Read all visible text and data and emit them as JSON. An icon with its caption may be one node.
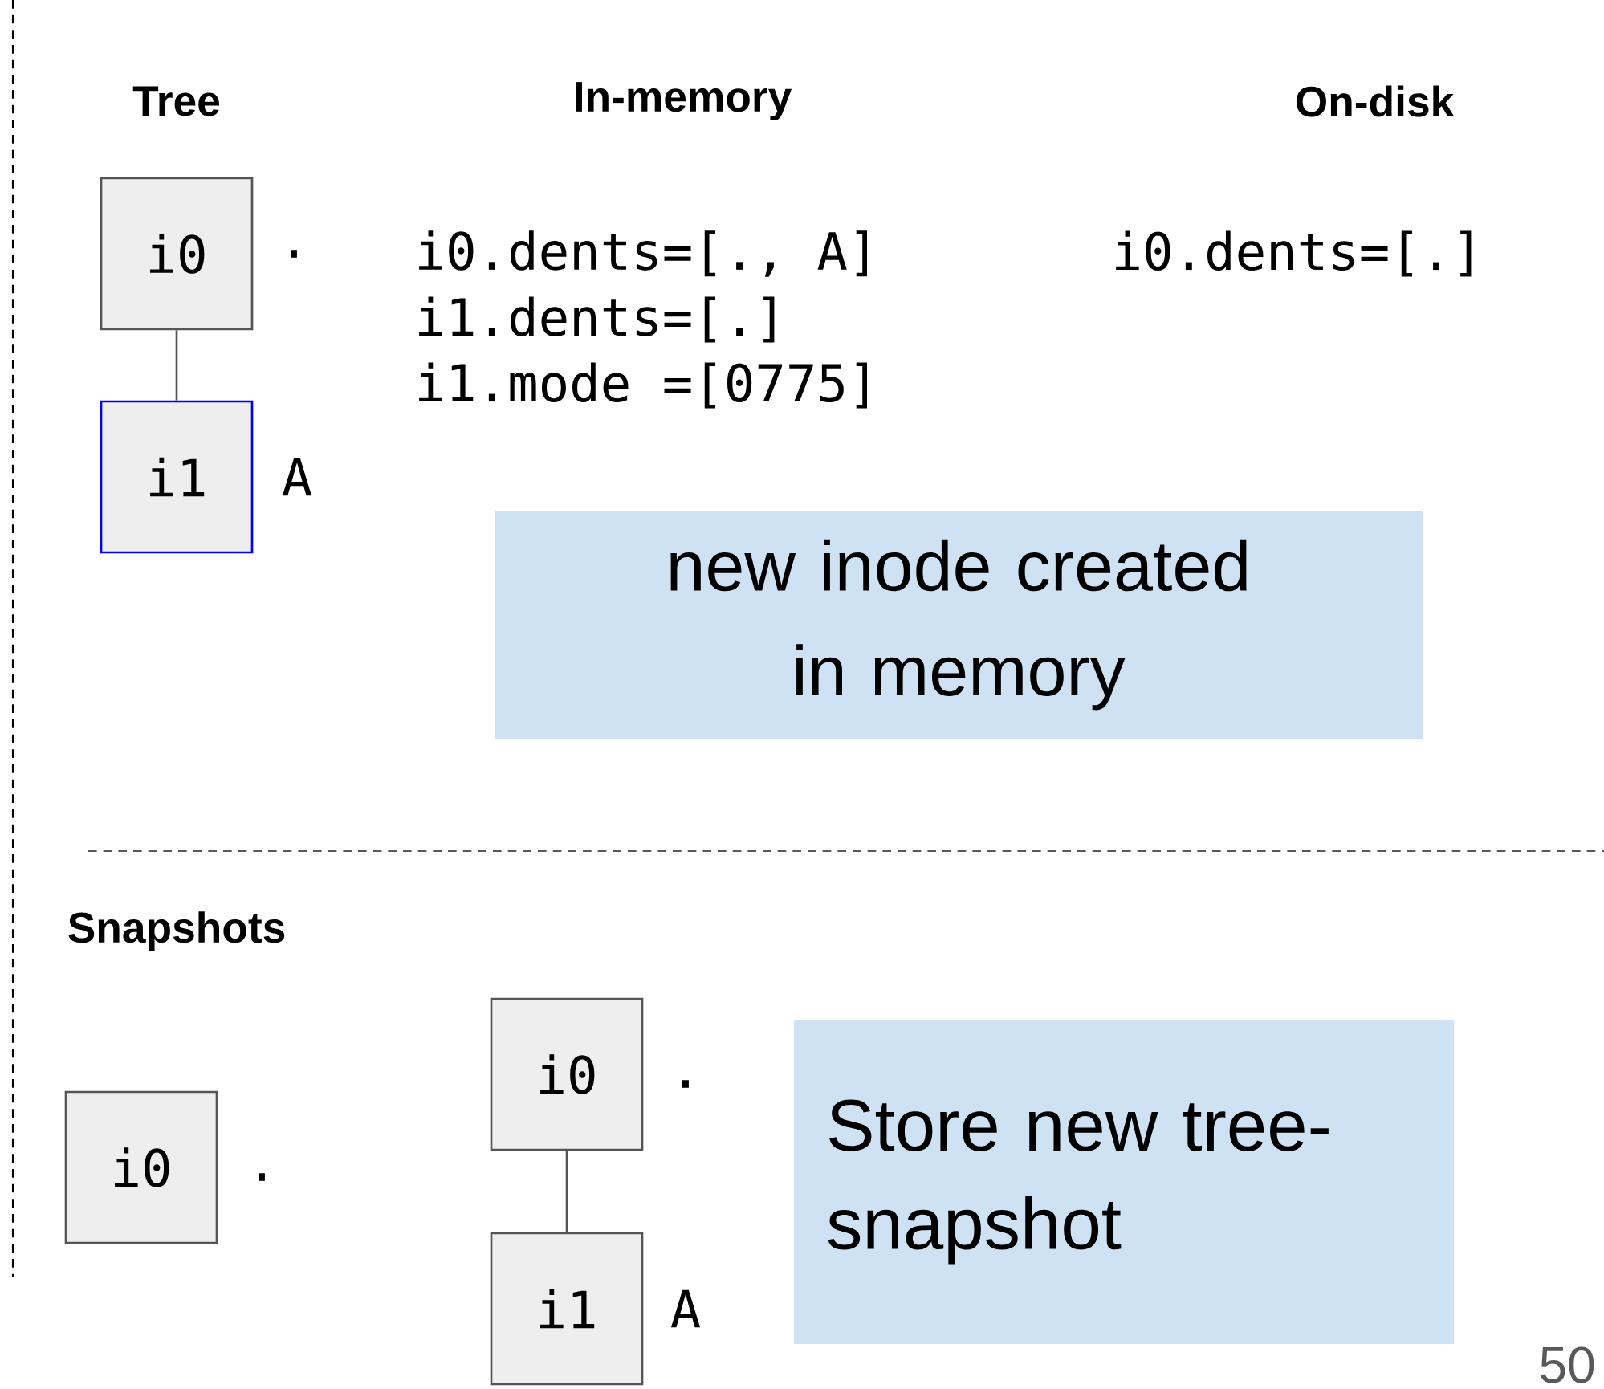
{
  "diagram": {
    "nodes": [
      {
        "text": [
          "i0"
        ],
        "beside": [
          "."
        ]
      },
      {
        "text": [
          "i1"
        ],
        "beside": [
          "A"
        ]
      },
      {
        "text": [
          "new inode created in memory"
        ]
      },
      {
        "text": [
          "i0"
        ],
        "beside": [
          "."
        ]
      },
      {
        "text": [
          "i0"
        ],
        "beside": [
          "."
        ]
      },
      {
        "text": [
          "i1"
        ],
        "beside": [
          "A"
        ]
      },
      {
        "text": [
          "Store new tree-snapshot"
        ]
      }
    ],
    "edges": [
      {
        "from": 0,
        "to": 1,
        "arrow": "none"
      },
      {
        "from": 4,
        "to": 5,
        "arrow": "none"
      }
    ],
    "labels": [
      "Tree",
      "In-memory",
      "On-disk",
      "i0.dents=[., A]",
      "i0.dents=[.]",
      "i1.dents=[.]",
      "i1.mode =[0775]",
      "Snapshots",
      "50"
    ]
  }
}
